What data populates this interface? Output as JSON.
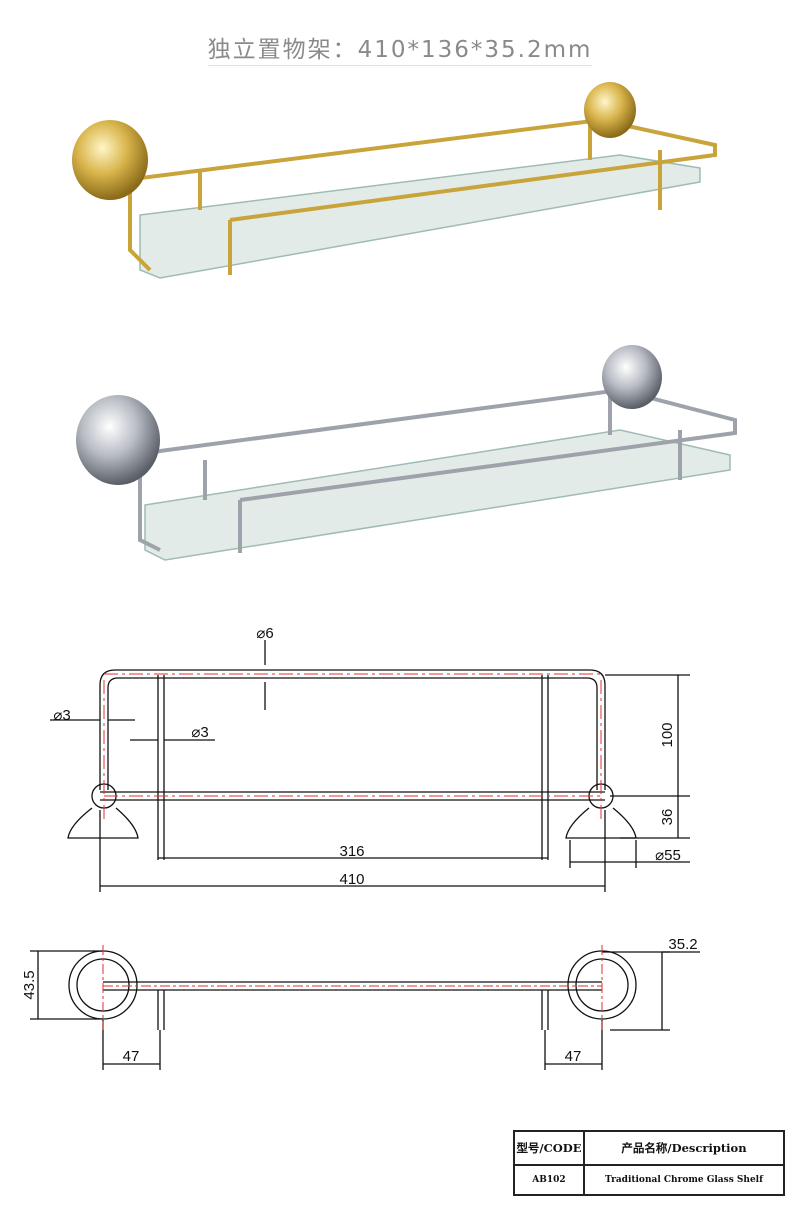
{
  "title": "独立置物架：410*136*35.2mm",
  "products": [
    {
      "finish": "gold",
      "color": "#d4b24a"
    },
    {
      "finish": "chrome",
      "color": "#c8ccd2"
    }
  ],
  "front_view": {
    "rod_diameter": "⌀6",
    "end_rod_diameter": "⌀3",
    "post_diameter": "⌀3",
    "height": "100",
    "mount_offset": "36",
    "inner_width": "316",
    "total_width": "410",
    "base_diameter": "⌀55"
  },
  "top_view": {
    "base_height": "43.5",
    "depth": "35.2",
    "left_offset": "47",
    "right_offset": "47"
  },
  "spec_table": {
    "headers": [
      "型号/CODE",
      "产品名称/Description"
    ],
    "rows": [
      [
        "AB102",
        "Traditional Chrome Glass Shelf"
      ]
    ]
  }
}
